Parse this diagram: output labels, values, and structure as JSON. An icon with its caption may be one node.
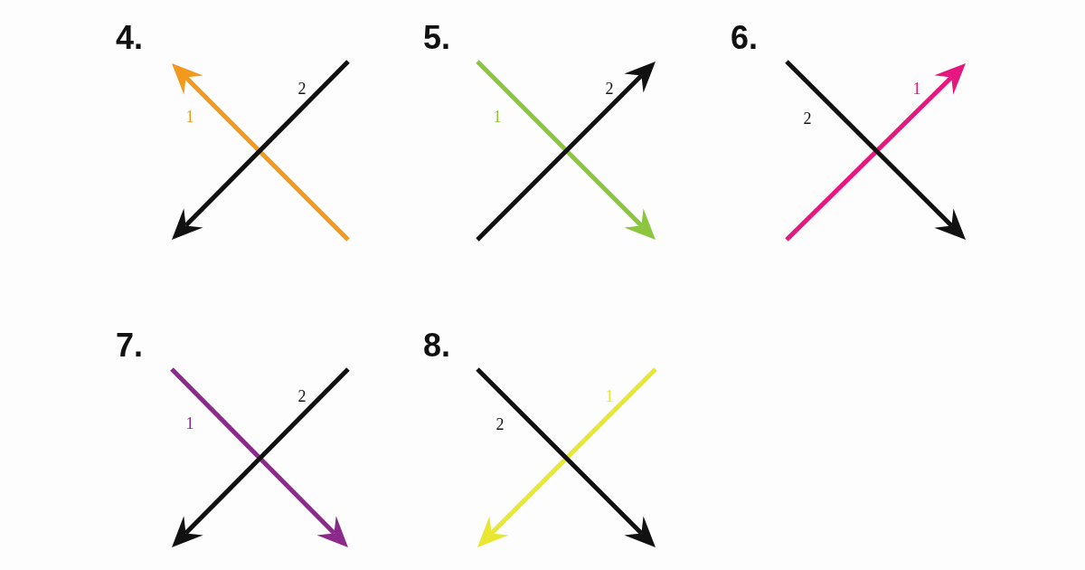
{
  "diagram": {
    "labels": [
      "4.",
      "2",
      "1",
      "5.",
      "2",
      "1",
      "6.",
      "1",
      "2",
      "7.",
      "2",
      "1",
      "8.",
      "1",
      "2"
    ]
  }
}
